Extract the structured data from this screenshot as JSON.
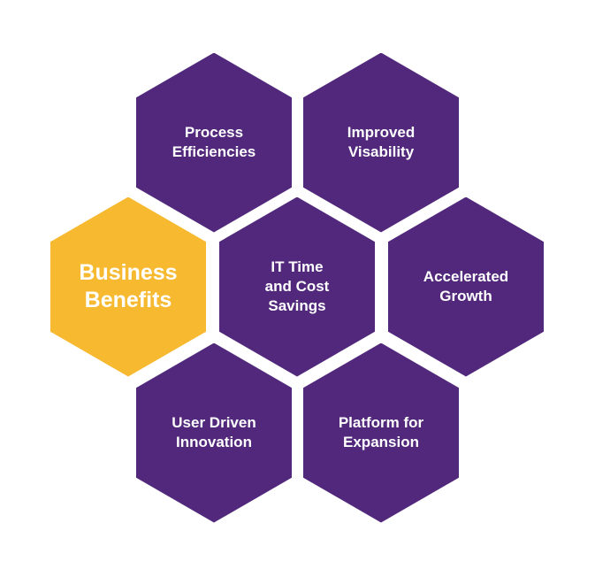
{
  "colors": {
    "purple": "#51287b",
    "gold": "#f6b930"
  },
  "hexagons": [
    {
      "id": "process-efficiencies",
      "label": "Process\nEfficiencies",
      "color": "purple",
      "size": "normal"
    },
    {
      "id": "improved-visability",
      "label": "Improved\nVisability",
      "color": "purple",
      "size": "normal"
    },
    {
      "id": "business-benefits",
      "label": "Business\nBenefits",
      "color": "gold",
      "size": "big"
    },
    {
      "id": "it-time-and-cost-savings",
      "label": "IT Time\nand Cost\nSavings",
      "color": "purple",
      "size": "normal"
    },
    {
      "id": "accelerated-growth",
      "label": "Accelerated\nGrowth",
      "color": "purple",
      "size": "normal"
    },
    {
      "id": "user-driven-innovation",
      "label": "User Driven\nInnovation",
      "color": "purple",
      "size": "normal"
    },
    {
      "id": "platform-for-expansion",
      "label": "Platform for\nExpansion",
      "color": "purple",
      "size": "normal"
    }
  ]
}
